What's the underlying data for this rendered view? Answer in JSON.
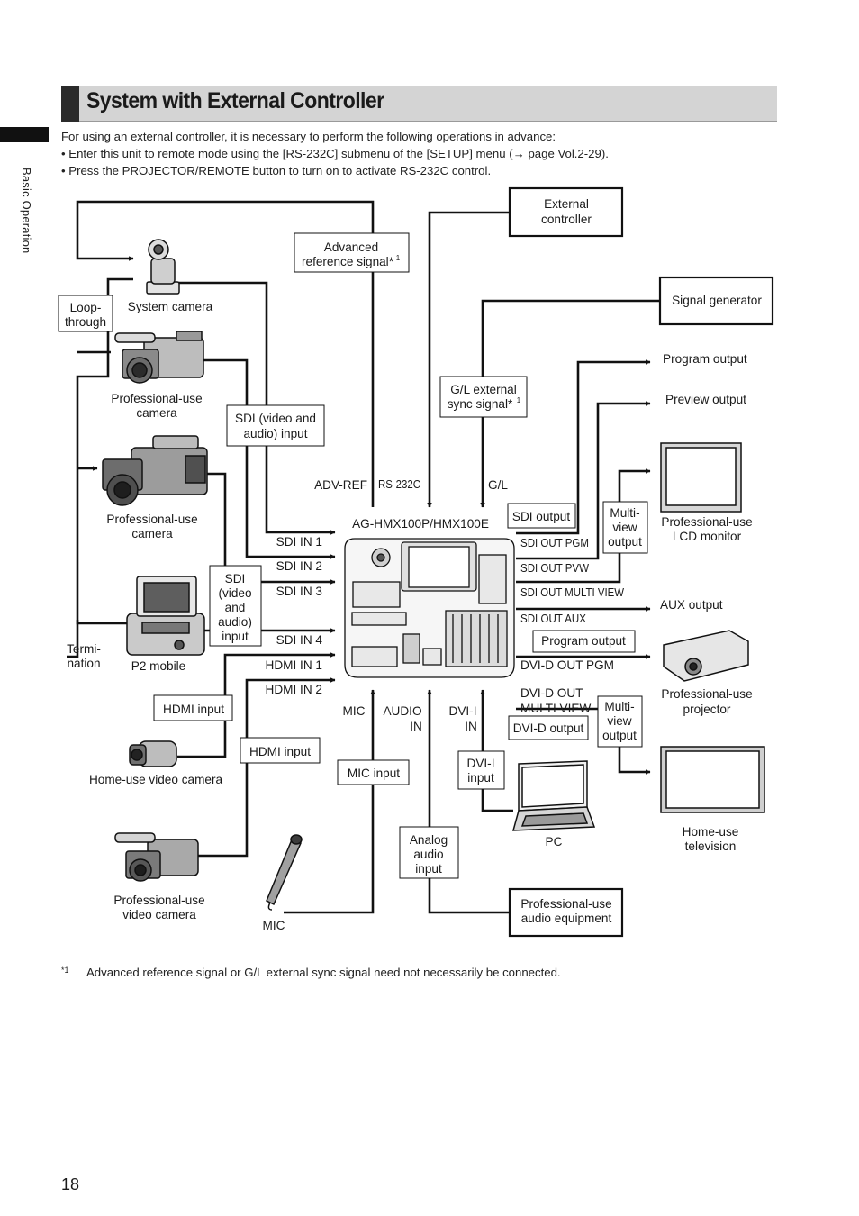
{
  "sidebar": {
    "section_label": "Basic Operation"
  },
  "heading": {
    "title": "System with External Controller"
  },
  "intro": {
    "lead": "For using an external controller, it is necessary to perform the following operations in advance:",
    "bullets": [
      "• Enter this unit to remote mode using the [RS-232C] submenu of the [SETUP] menu (→ page Vol.2-29).",
      "• Press the PROJECTOR/REMOTE button to turn on to activate RS-232C control."
    ]
  },
  "diagram": {
    "unit_name": "AG-HMX100P/HMX100E",
    "boxes": {
      "external_controller": [
        "External",
        "controller"
      ],
      "signal_generator": "Signal generator",
      "advanced_ref": [
        "Advanced",
        "reference signal*"
      ],
      "gl_sync": [
        "G/L external",
        "sync signal*"
      ],
      "loop_through": [
        "Loop-",
        "through"
      ],
      "sdi_input_top": [
        "SDI (video and",
        "audio) input"
      ],
      "sdi_input_left": [
        "SDI",
        "(video",
        "and",
        "audio)",
        "input"
      ],
      "hdmi_input_1": "HDMI input",
      "hdmi_input_2": "HDMI input",
      "mic_input": "MIC input",
      "analog_audio": [
        "Analog",
        "audio",
        "input"
      ],
      "dvi_i_input": [
        "DVI-I",
        "input"
      ],
      "pro_audio": [
        "Professional-use",
        "audio equipment"
      ],
      "sdi_output": "SDI output",
      "multiview_1": [
        "Multi-",
        "view",
        "output"
      ],
      "program_output_box": "Program output",
      "dvi_d_output": "DVI-D output",
      "multiview_2": [
        "Multi-",
        "view",
        "output"
      ]
    },
    "port_labels": {
      "adv_ref": "ADV-REF",
      "rs232c": "RS-232C",
      "gl": "G/L",
      "sdi_in": [
        "SDI IN 1",
        "SDI IN 2",
        "SDI IN 3",
        "SDI IN 4"
      ],
      "hdmi_in": [
        "HDMI IN 1",
        "HDMI IN 2"
      ],
      "mic": "MIC",
      "audio_in": [
        "AUDIO",
        "IN"
      ],
      "dvi_i_in": [
        "DVI-I",
        "IN"
      ],
      "sdi_out": [
        "SDI OUT PGM",
        "SDI OUT PVW",
        "SDI OUT MULTI VIEW",
        "SDI OUT AUX"
      ],
      "dvi_d_out_pgm": "DVI-D OUT PGM",
      "dvi_d_out_multi": [
        "DVI-D OUT",
        "MULTI VIEW"
      ]
    },
    "devices": {
      "system_camera": "System camera",
      "pro_camera_1": [
        "Professional-use",
        "camera"
      ],
      "pro_camera_2": [
        "Professional-use",
        "camera"
      ],
      "p2_mobile": "P2 mobile",
      "termination": [
        "Termi-",
        "nation"
      ],
      "home_video_camera": "Home-use video camera",
      "pro_video_camera": [
        "Professional-use",
        "video camera"
      ],
      "mic_device": "MIC",
      "pc": "PC",
      "lcd_monitor": [
        "Professional-use",
        "LCD monitor"
      ],
      "projector": [
        "Professional-use",
        "projector"
      ],
      "home_tv": [
        "Home-use",
        "television"
      ]
    },
    "outputs": {
      "program_output": "Program output",
      "preview_output": "Preview output",
      "aux_output": "AUX output"
    },
    "footnote_sup": "1"
  },
  "footnote": {
    "mark": "*1",
    "text": "Advanced reference signal or G/L external sync signal need not necessarily be connected."
  },
  "page": {
    "number": "18"
  }
}
